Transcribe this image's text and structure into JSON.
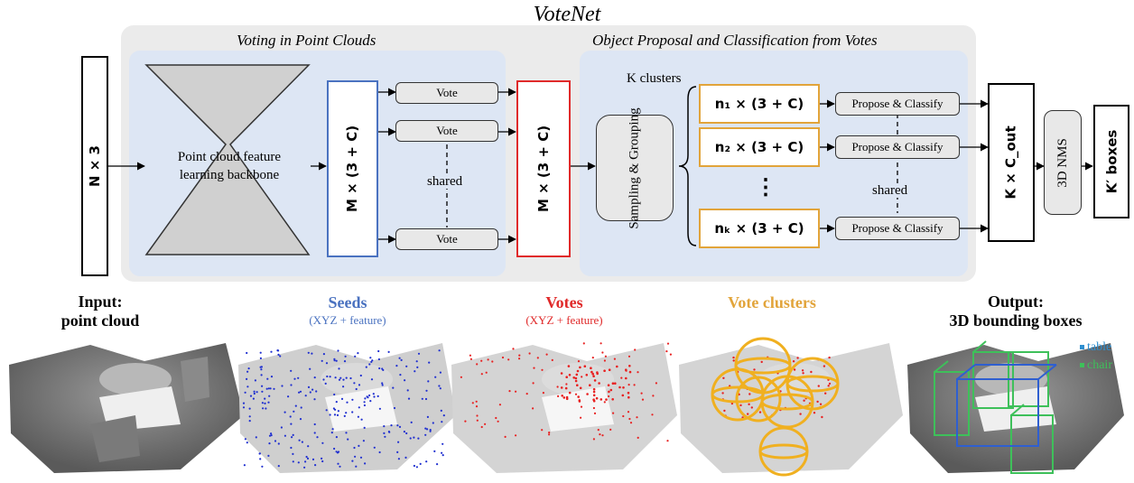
{
  "title": "VoteNet",
  "sections": {
    "voting": "Voting in Point Clouds",
    "proposal": "Object Proposal and Classification from Votes"
  },
  "blocks": {
    "input": "N × 3",
    "backbone_line1": "Point cloud feature",
    "backbone_line2": "learning backbone",
    "seeds": "M × (3 + C)",
    "vote": "Vote",
    "shared": "shared",
    "votes": "M × (3 + C)",
    "sampling": "Sampling & Grouping",
    "k_clusters": "K clusters",
    "cluster1": "n₁ × (3 + C)",
    "cluster2": "n₂ × (3 + C)",
    "ellipsis": "⋮",
    "clusterK": "nₖ × (3 + C)",
    "propose": "Propose & Classify",
    "output": "K × C_out",
    "nms": "3D NMS",
    "final": "K′ boxes"
  },
  "captions": {
    "input_title": "Input:",
    "input_sub": "point cloud",
    "seeds_title": "Seeds",
    "seeds_sub": "(XYZ + feature)",
    "votes_title": "Votes",
    "votes_sub": "(XYZ + feature)",
    "clusters_title": "Vote clusters",
    "output_title": "Output:",
    "output_sub": "3D bounding boxes"
  },
  "legend": {
    "table": "table",
    "chair": "chair"
  },
  "colors": {
    "panel": "#ebebeb",
    "inner": "#dde6f4",
    "seed_blue": "#4a72c0",
    "vote_red": "#e02a2a",
    "cluster_orange": "#e2a43a",
    "legend_table": "#2f8fd0",
    "legend_chair": "#3ec05a"
  }
}
